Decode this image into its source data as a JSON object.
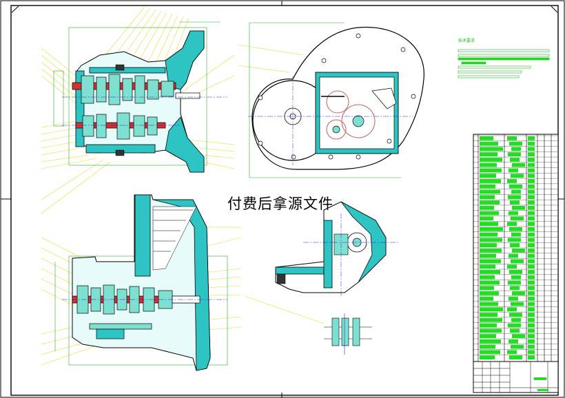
{
  "watermark": {
    "text": "付费后拿源文件"
  },
  "notes": {
    "title": "技术要求",
    "line_count": 7
  },
  "parts_list": {
    "row_count": 42
  },
  "colors": {
    "line": "#000000",
    "housing_fill": "#2ec4c4",
    "gear_fill": "#7ee0d0",
    "center_line": "#2222dd",
    "leader": "#dede22",
    "table_fill": "#22dd22",
    "text_green": "#1fb51f",
    "shaft_red": "#d43030"
  }
}
